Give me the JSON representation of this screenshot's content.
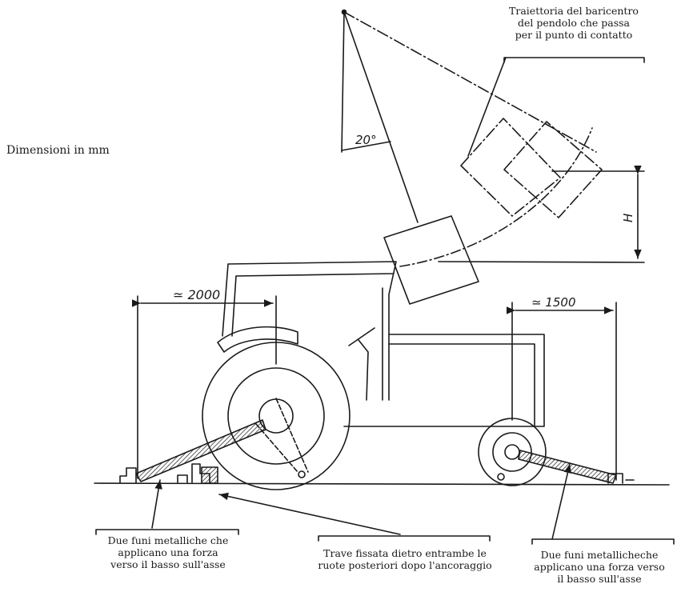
{
  "header": {
    "units_note": "Dimensioni in mm"
  },
  "annotations": {
    "trajectory": [
      "Traiettoria del baricentro",
      "del pendolo che passa",
      "per il punto di contatto"
    ],
    "rear_cables": [
      "Due funi metalliche che",
      "applicano una forza",
      "verso il basso sull'asse"
    ],
    "beam": [
      "Trave fissata dietro entrambe le",
      "ruote posteriori dopo l'ancoraggio"
    ],
    "front_cables": [
      "Due funi metallicheche",
      "applicano una forza verso",
      "il basso sull'asse"
    ]
  },
  "dimensions": {
    "rear_span": "≃ 2000",
    "front_span": "≃ 1500",
    "height": "H",
    "angle": "20°"
  },
  "colors": {
    "ink": "#1a1a1a",
    "paper": "#ffffff"
  }
}
